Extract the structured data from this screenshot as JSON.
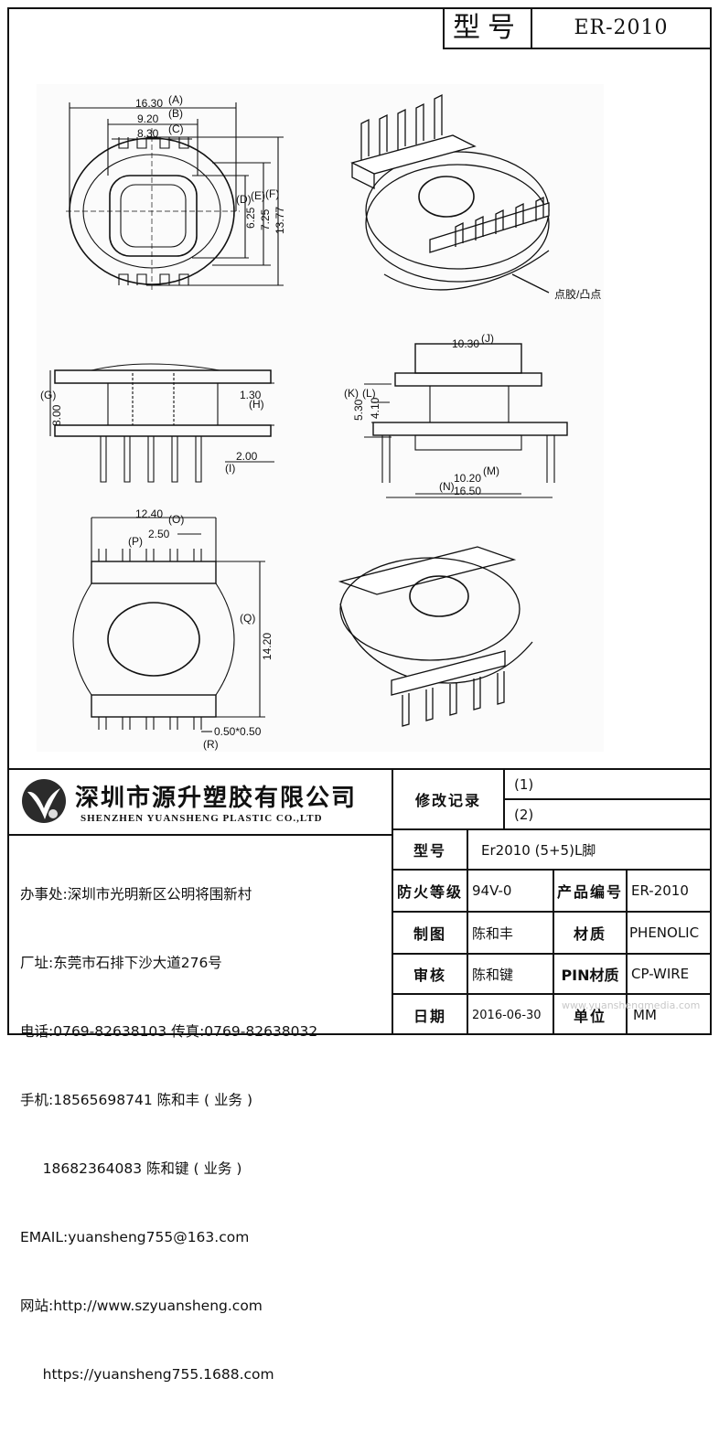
{
  "header": {
    "model_label": "型号",
    "model_value": "ER-2010"
  },
  "drawing": {
    "top_view": {
      "dims": [
        "16.30",
        "(A)",
        "9.20",
        "(B)",
        "8.30",
        "(C)",
        "(D)",
        "(E)",
        "(F)",
        "6.25",
        "7.25",
        "13.77"
      ]
    },
    "perspective_top": {
      "callout": "点胶/凸点"
    },
    "front_view": {
      "dims": [
        "(G)",
        "8.00",
        "1.30",
        "(H)",
        "2.00",
        "(I)"
      ]
    },
    "side_view": {
      "dims": [
        "10.30",
        "(J)",
        "(K)",
        "(L)",
        "5.30",
        "4.10",
        "10.20",
        "(M)",
        "(N)",
        "16.50"
      ]
    },
    "bottom_view": {
      "dims": [
        "12.40",
        "(O)",
        "2.50",
        "(P)",
        "(Q)",
        "14.20",
        "0.50*0.50",
        "(R)"
      ]
    }
  },
  "company": {
    "name_zh": "深圳市源升塑胶有限公司",
    "name_en": "SHENZHEN YUANSHENG PLASTIC CO.,LTD",
    "contact_lines": [
      "办事处:深圳市光明新区公明将围新村",
      "厂址:东莞市石排下沙大道276号",
      "电话:0769-82638103 传真:0769-82638032",
      "手机:18565698741 陈和丰 ( 业务 )",
      "     18682364083 陈和键 ( 业务 )",
      "EMAIL:yuansheng755@163.com",
      "网站:http://www.szyuansheng.com",
      "     https://yuansheng755.1688.com"
    ]
  },
  "table": {
    "revision_label": "修改记录",
    "revisions": [
      "(1)",
      "(2)"
    ],
    "model_label": "型号",
    "model_value": "Er2010 (5+5)L脚",
    "fire_label": "防火等级",
    "fire_value": "94V-0",
    "product_no_label": "产品编号",
    "product_no_value": "ER-2010",
    "drawn_label": "制图",
    "drawn_value": "陈和丰",
    "material_label": "材质",
    "material_value": "PHENOLIC",
    "check_label": "审核",
    "check_value": "陈和键",
    "pin_label": "PIN材质",
    "pin_value": "CP-WIRE",
    "date_label": "日期",
    "date_value": "2016-06-30",
    "unit_label": "单位",
    "unit_value": "MM"
  },
  "watermark": "www.yuanshengmedia.com"
}
